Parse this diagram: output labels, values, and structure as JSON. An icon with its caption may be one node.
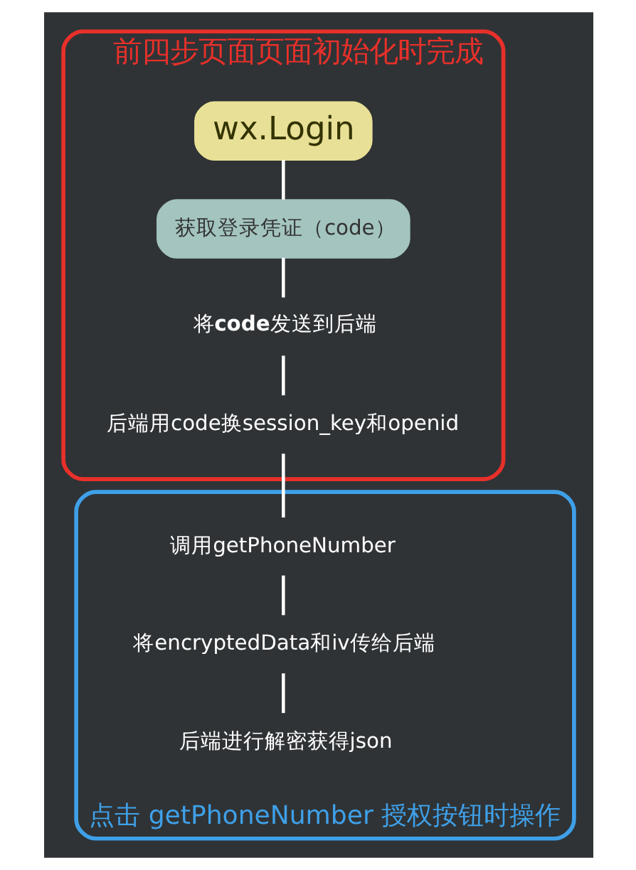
{
  "diagram": {
    "nodes": [
      {
        "text": [
          "前四步页面页面初始化时完成"
        ]
      },
      {
        "text": [
          "wx.Login"
        ],
        "in": 0
      },
      {
        "text": [
          "获取登录凭证（code）"
        ],
        "in": 0
      },
      {
        "text": [
          "将**code**发送到后端"
        ],
        "in": 0
      },
      {
        "text": [
          "后端用code换session_key和openid"
        ],
        "in": 0
      },
      {
        "text": [
          "点击 getPhoneNumber 授权按钮时操作"
        ]
      },
      {
        "text": [
          "调用getPhoneNumber"
        ],
        "in": 5
      },
      {
        "text": [
          "将encryptedData和iv传给后端"
        ],
        "in": 5
      },
      {
        "text": [
          "后端进行解密获得json"
        ],
        "in": 5
      }
    ],
    "edges": [
      {
        "from": 1,
        "to": 2,
        "arrow": "none"
      },
      {
        "from": 2,
        "to": 3,
        "arrow": "none"
      },
      {
        "from": 3,
        "to": 4,
        "arrow": "none"
      },
      {
        "from": 4,
        "to": 6,
        "arrow": "none"
      },
      {
        "from": 6,
        "to": 7,
        "arrow": "none"
      },
      {
        "from": 7,
        "to": 8,
        "arrow": "none"
      }
    ]
  }
}
